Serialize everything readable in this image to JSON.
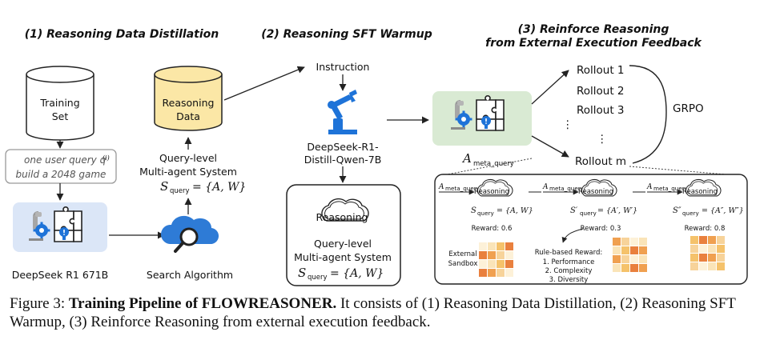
{
  "sections": {
    "s1": "(1) Reasoning Data Distillation",
    "s2": "(2) Reasoning SFT Warmup",
    "s3_line1": "(3) Reinforce Reasoning",
    "s3_line2": "from External Execution Feedback"
  },
  "stage1": {
    "training_set_line1": "Training",
    "training_set_line2": "Set",
    "query_line1": "one user query q",
    "query_sup": "(i)",
    "query_line2": "build a 2048 game",
    "teacher_model": "DeepSeek R1 671B",
    "search": "Search Algorithm",
    "reasoning_data_line1": "Reasoning",
    "reasoning_data_line2": "Data",
    "mas_line1": "Query-level",
    "mas_line2": "Multi-agent System",
    "mas_formula": "S",
    "mas_formula_sub": "query",
    "mas_formula_rhs": "= {A, W}"
  },
  "stage2": {
    "instruction": "Instruction",
    "student_line1": "DeepSeek-R1-",
    "student_line2": "Distill-Qwen-7B",
    "reasoning_cloud": "Reasoning",
    "mas_line1": "Query-level",
    "mas_line2": "Multi-agent System",
    "mas_formula": "S",
    "mas_formula_sub": "query",
    "mas_formula_rhs": "= {A, W}"
  },
  "stage3": {
    "meta_label": "A",
    "meta_sub": "meta_query",
    "rollouts": [
      "Rollout 1",
      "Rollout 2",
      "Rollout 3",
      "⋮",
      "⋮",
      "Rollout m"
    ],
    "grpo": "GRPO",
    "panels": [
      {
        "in": "A",
        "in_sub": "meta_query",
        "cloud": "Reasoning",
        "out": "S",
        "out_sub": "query",
        "out_rhs": "= {A, W}",
        "reward": "Reward: 0.6"
      },
      {
        "in": "A",
        "in_sub": "meta_query",
        "cloud": "Reasoning",
        "out": "S′",
        "out_sub": "query",
        "out_rhs": "= {A′, W′}",
        "reward": "Reward: 0.3"
      },
      {
        "in": "A",
        "in_sub": "meta_query",
        "cloud": "Reasoning",
        "out": "S″",
        "out_sub": "query",
        "out_rhs": "= {A″, W″}",
        "reward": "Reward: 0.8"
      }
    ],
    "sandbox_line1": "External",
    "sandbox_line2": "Sandbox",
    "rule_title": "Rule-based Reward:",
    "rules": [
      "1. Performance",
      "2. Complexity",
      "3. Diversity"
    ]
  },
  "caption": {
    "figure": "Figure 3:",
    "title_a": "Training Pipeline of F",
    "title_b": "LOW",
    "title_c": "R",
    "title_d": "EASONER",
    "title_e": ".",
    "body": " It consists of (1) Reasoning Data Distillation, (2) Reasoning SFT Warmup, (3) Reinforce Reasoning from external execution feedback."
  },
  "colors": {
    "arrow": "#222222",
    "cylinder_yellow": "#fbe7a6",
    "blue_panel": "#dbe6f7",
    "green_panel": "#d9ead3",
    "gear_blue": "#1e73d8",
    "robot_gray": "#8a8a8a",
    "cloud_blue": "#2e7bd6",
    "tile_orange": "#f0a050"
  }
}
